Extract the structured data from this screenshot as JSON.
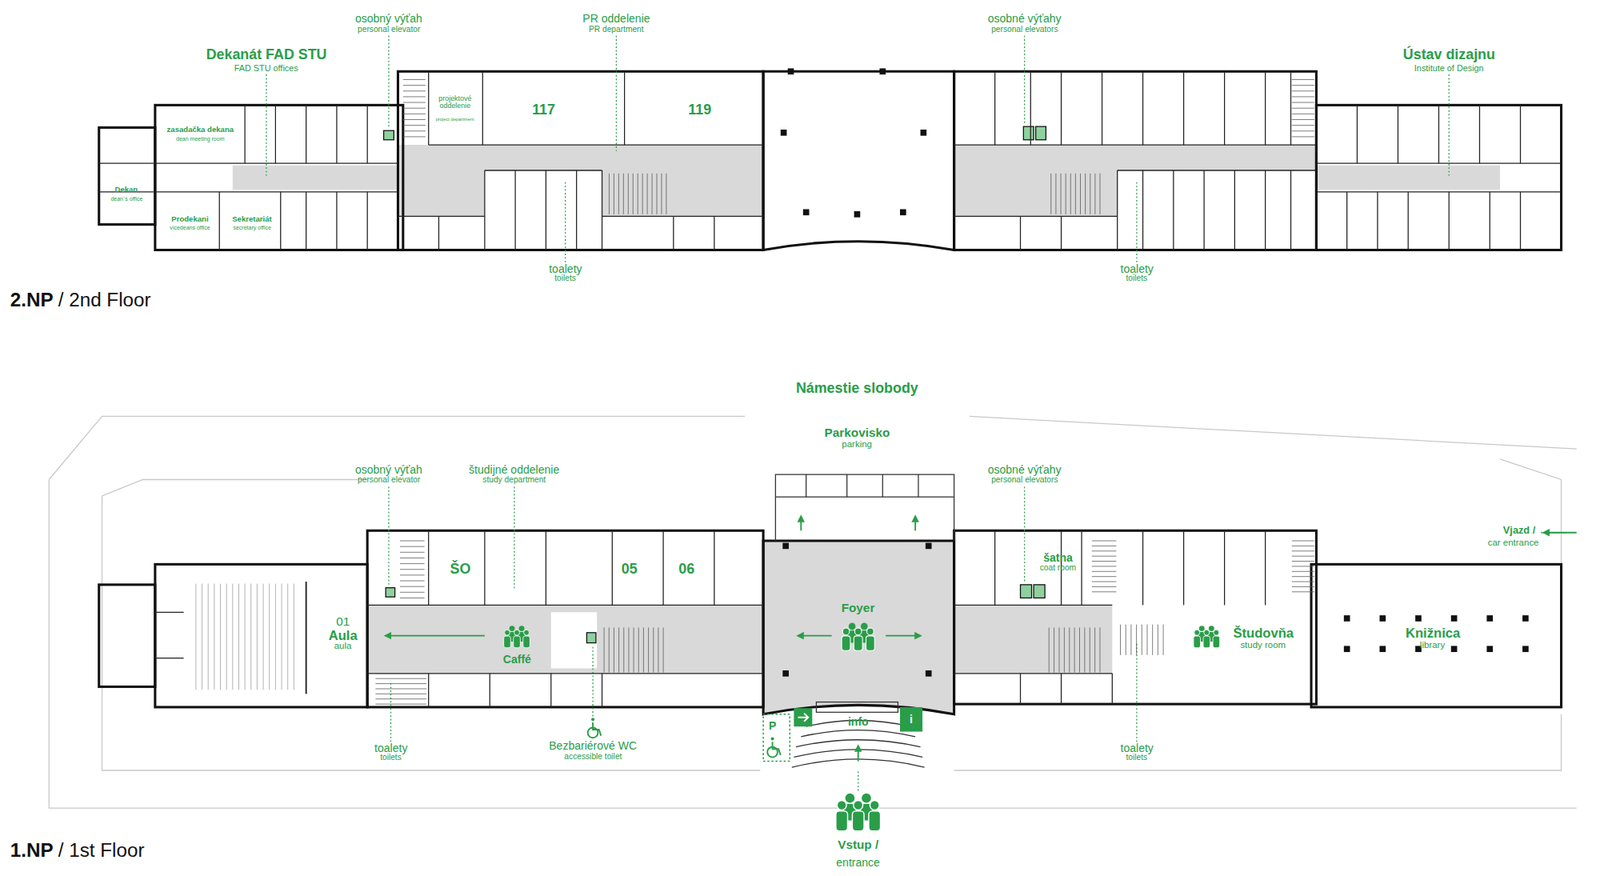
{
  "diagram": {
    "labels": [
      "osobný výťah",
      "personal elevator",
      "PR oddelenie",
      "PR department",
      "osobné výťahy",
      "personal elevators",
      "Dekanát FAD STU",
      "FAD STU offices",
      "Ústav dizajnu",
      "Institute of Design",
      "zasadačka dekana",
      "dean meeting room",
      "projektové oddelenie",
      "project department",
      "117",
      "119",
      "Dekan",
      "dean´s office",
      "Prodekani",
      "vicedeans office",
      "Sekretariát",
      "secretary office",
      "toalety",
      "toilets",
      "toalety",
      "toilets",
      "2.NP",
      "/ 2nd Floor",
      "Námestie slobody",
      "Parkovisko",
      "parking",
      "osobný výťah",
      "personal elevator",
      "študijné oddelenie",
      "study department",
      "osobné výťahy",
      "personal elevators",
      "Vjazd /",
      "car entrance",
      "ŠO",
      "05",
      "06",
      "šatna",
      "coat room",
      "01",
      "Aula",
      "aula",
      "Caffé",
      "Foyer",
      "Študovňa",
      "study room",
      "Knižnica",
      "library",
      "P",
      "info",
      "i",
      "toalety",
      "toilets",
      "Bezbariérové WC",
      "accessible toilet",
      "toalety",
      "toilets",
      "Vstup /",
      "entrance",
      "1.NP",
      "/ 1st Floor"
    ]
  }
}
